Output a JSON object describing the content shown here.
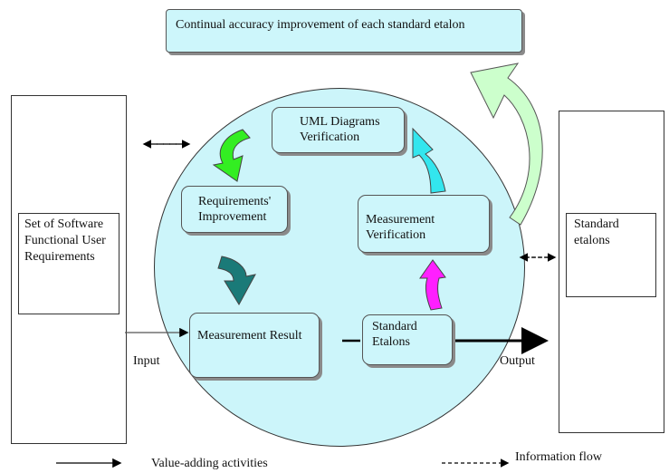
{
  "top_banner": "Continual accuracy improvement of each standard etalon",
  "left_panel": {
    "label": "Set of Software Functional User Requirements"
  },
  "right_panel": {
    "label": "Standard etalons"
  },
  "process": {
    "uml": "UML Diagrams Verification",
    "requirements": "Requirements' Improvement",
    "measurement_verification": "Measurement Verification",
    "measurement_result": "Measurement Result",
    "standard_etalons": "Standard Etalons"
  },
  "labels": {
    "input": "Input",
    "output": "Output"
  },
  "legend": {
    "value_adding": "Value-adding activities",
    "information_flow": "Information flow"
  },
  "colors": {
    "circle_fill": "#ccf5fa",
    "box_fill": "#cdf6fb",
    "arrow_green": "#33ee22",
    "arrow_teal": "#1a7a78",
    "arrow_cyan": "#33e6ee",
    "arrow_magenta": "#ff1fff",
    "arrow_pale_green": "#ccffcc"
  }
}
